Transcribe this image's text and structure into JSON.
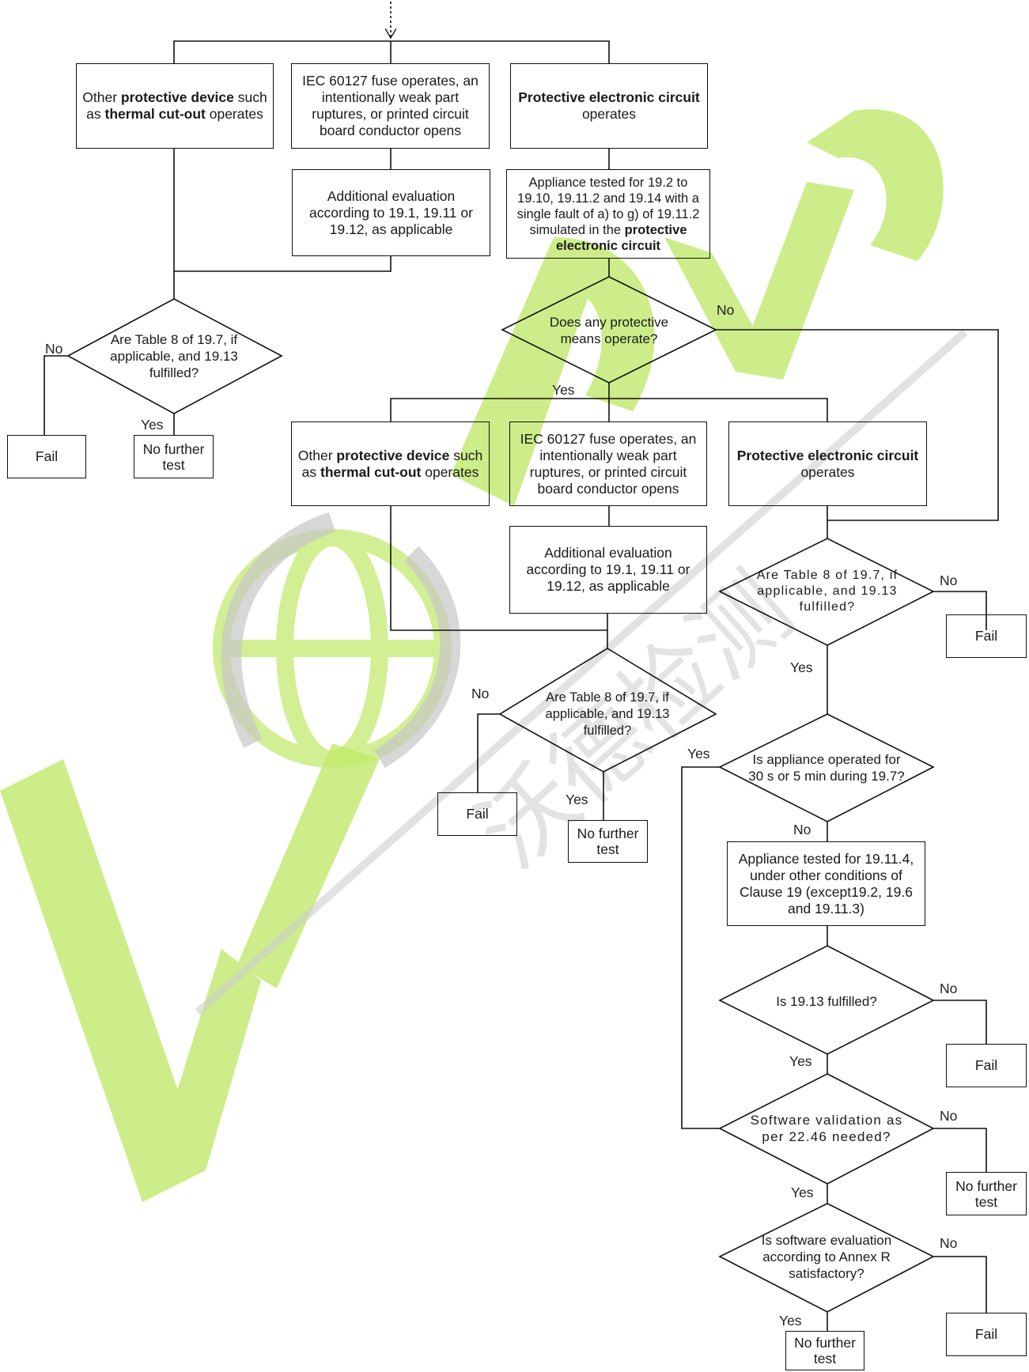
{
  "left": {
    "box_device": {
      "p1": "Other ",
      "b1": "protective device",
      "p2": " such as ",
      "b2": "thermal cut-out",
      "p3": " operates"
    },
    "box_fuse": "IEC 60127 fuse operates, an intentionally weak part ruptures, or printed circuit board conductor opens",
    "box_circuit": {
      "b1": "Protective electronic circuit",
      "p1": " operates"
    },
    "box_additional": "Additional evaluation according to 19.1, 19.11 or 19.12, as applicable",
    "box_tested": {
      "p1": "Appliance tested for 19.2 to 19.10, 19.11.2 and 19.14 with a single fault of a) to g) of 19.11.2 simulated in the ",
      "b1": "protective electronic circuit"
    },
    "diamond": "Are Table 8 of 19.7, if applicable, and 19.13 fulfilled?",
    "no": "No",
    "yes": "Yes",
    "fail": "Fail",
    "nofurther": "No further test"
  },
  "middle": {
    "diamond_any": "Does any protective means operate?",
    "no": "No",
    "yes": "Yes",
    "box_device": {
      "p1": "Other ",
      "b1": "protective device",
      "p2": " such as ",
      "b2": "thermal cut-out",
      "p3": " operates"
    },
    "box_fuse": "IEC 60127 fuse operates, an intentionally weak part ruptures, or printed circuit board conductor opens",
    "box_circuit": {
      "b1": "Protective electronic circuit",
      "p1": " operates"
    },
    "box_additional": "Additional evaluation according to 19.1, 19.11 or 19.12, as applicable",
    "diamond": "Are Table 8 of 19.7, if applicable, and 19.13 fulfilled?",
    "no2": "No",
    "yes2": "Yes",
    "fail": "Fail",
    "nofurther": "No further test"
  },
  "right": {
    "diamond_t8": "Are Table 8 of 19.7, if applicable, and 19.13 fulfilled?",
    "no_t8": "No",
    "fail_t8": "Fail",
    "yes_t8": "Yes",
    "diamond_30s": "Is appliance operated for 30 s or 5 min during 19.7?",
    "yes_30s": "Yes",
    "no_30s": "No",
    "box_1911": "Appliance tested for 19.11.4, under other conditions of Clause 19 (except19.2, 19.6 and 19.11.3)",
    "diamond_1913": "Is 19.13 fulfilled?",
    "no_1913": "No",
    "fail_1913": "Fail",
    "yes_1913": "Yes",
    "diamond_sw": "Software validation as per 22.46 needed?",
    "no_sw": "No",
    "nofurther_sw": "No further test",
    "yes_sw": "Yes",
    "diamond_r": "Is software evaluation according to Annex R satisfactory?",
    "no_r": "No",
    "fail_r": "Fail",
    "yes_r": "Yes",
    "nofurther_r": "No further test"
  },
  "watermark": {
    "text": "沃德检测",
    "colors": {
      "green": "#a6de2a",
      "grey": "#b8b8b8"
    }
  }
}
